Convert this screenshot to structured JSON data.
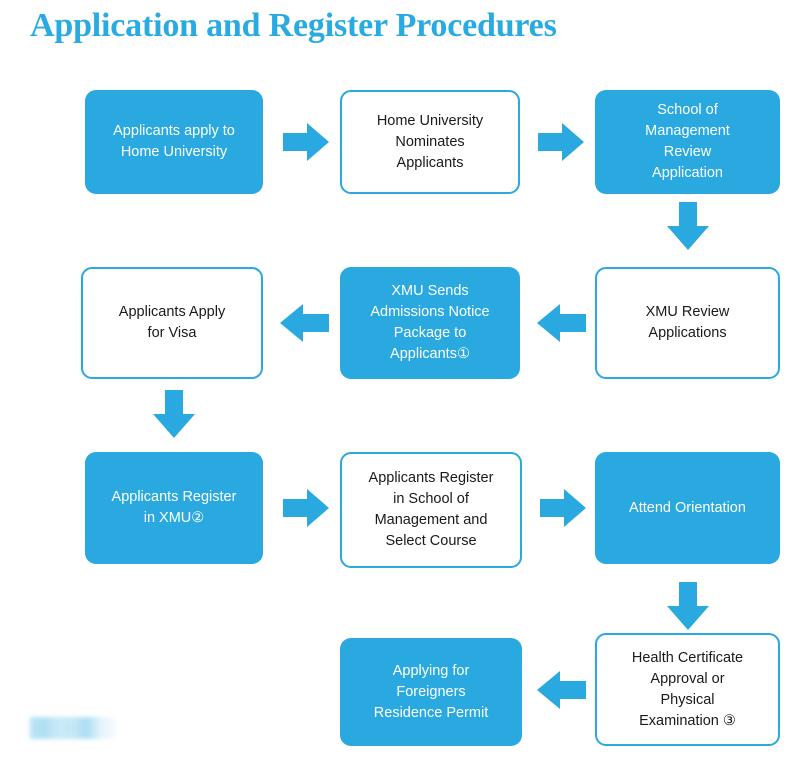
{
  "title": "Application and Register Procedures",
  "theme": {
    "accent": "#29a9e2",
    "box_fill": "#29a9e0",
    "box_border": "#29a9e0",
    "filled_text": "#ffffff",
    "outlined_text": "#1a1a1a",
    "background": "#ffffff"
  },
  "flowchart": {
    "type": "process-flowchart",
    "rows": 4,
    "columns": 3,
    "nodes": [
      {
        "id": "n1",
        "label": "Applicants apply to\nHome University",
        "style": "filled",
        "row": 1,
        "column": 1
      },
      {
        "id": "n2",
        "label": "Home University\nNominates\nApplicants",
        "style": "outlined",
        "row": 1,
        "column": 2
      },
      {
        "id": "n3",
        "label": "School of\nManagement\nReview\nApplication",
        "style": "filled",
        "row": 1,
        "column": 3
      },
      {
        "id": "n4",
        "label": "Applicants  Apply\nfor Visa",
        "style": "outlined",
        "row": 2,
        "column": 1
      },
      {
        "id": "n5",
        "label": "XMU Sends\nAdmissions Notice\nPackage to\nApplicants①",
        "style": "filled",
        "row": 2,
        "column": 2
      },
      {
        "id": "n6",
        "label": "XMU Review\nApplications",
        "style": "outlined",
        "row": 2,
        "column": 3
      },
      {
        "id": "n7",
        "label": "Applicants Register\nin XMU②",
        "style": "filled",
        "row": 3,
        "column": 1
      },
      {
        "id": "n8",
        "label": "Applicants Register\nin School of\nManagement and\nSelect  Course",
        "style": "outlined",
        "row": 3,
        "column": 2
      },
      {
        "id": "n9",
        "label": "Attend Orientation",
        "style": "filled",
        "row": 3,
        "column": 3
      },
      {
        "id": "n10",
        "label": "Applying for\nForeigners\nResidence Permit",
        "style": "filled",
        "row": 4,
        "column": 2
      },
      {
        "id": "n11",
        "label": "Health Certificate\nApproval or\nPhysical\nExamination ③",
        "style": "outlined",
        "row": 4,
        "column": 3
      }
    ],
    "connectors": [
      {
        "id": "c1",
        "from": "n1",
        "to": "n2",
        "direction": "right"
      },
      {
        "id": "c2",
        "from": "n2",
        "to": "n3",
        "direction": "right"
      },
      {
        "id": "c3",
        "from": "n3",
        "to": "n6",
        "direction": "down"
      },
      {
        "id": "c4",
        "from": "n6",
        "to": "n5",
        "direction": "left"
      },
      {
        "id": "c5",
        "from": "n5",
        "to": "n4",
        "direction": "left"
      },
      {
        "id": "c6",
        "from": "n4",
        "to": "n7",
        "direction": "down"
      },
      {
        "id": "c7",
        "from": "n7",
        "to": "n8",
        "direction": "right"
      },
      {
        "id": "c8",
        "from": "n8",
        "to": "n9",
        "direction": "right"
      },
      {
        "id": "c9",
        "from": "n9",
        "to": "n11",
        "direction": "down"
      },
      {
        "id": "c10",
        "from": "n11",
        "to": "n10",
        "direction": "left"
      }
    ]
  },
  "watermark": {
    "present": true,
    "description": "blurred-redacted-logo"
  }
}
